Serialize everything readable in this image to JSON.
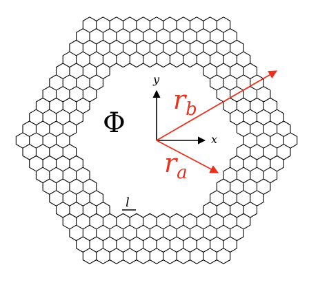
{
  "diagram": {
    "phi_label": "Φ",
    "x_axis_label": "x",
    "y_axis_label": "y",
    "r_a_base": "r",
    "r_a_sub": "a",
    "r_b_base": "r",
    "r_b_sub": "b",
    "edge_label": "l"
  },
  "colors": {
    "lattice": "#000000",
    "axes": "#000000",
    "radius_vectors": "#e8321e",
    "background": "#ffffff"
  }
}
